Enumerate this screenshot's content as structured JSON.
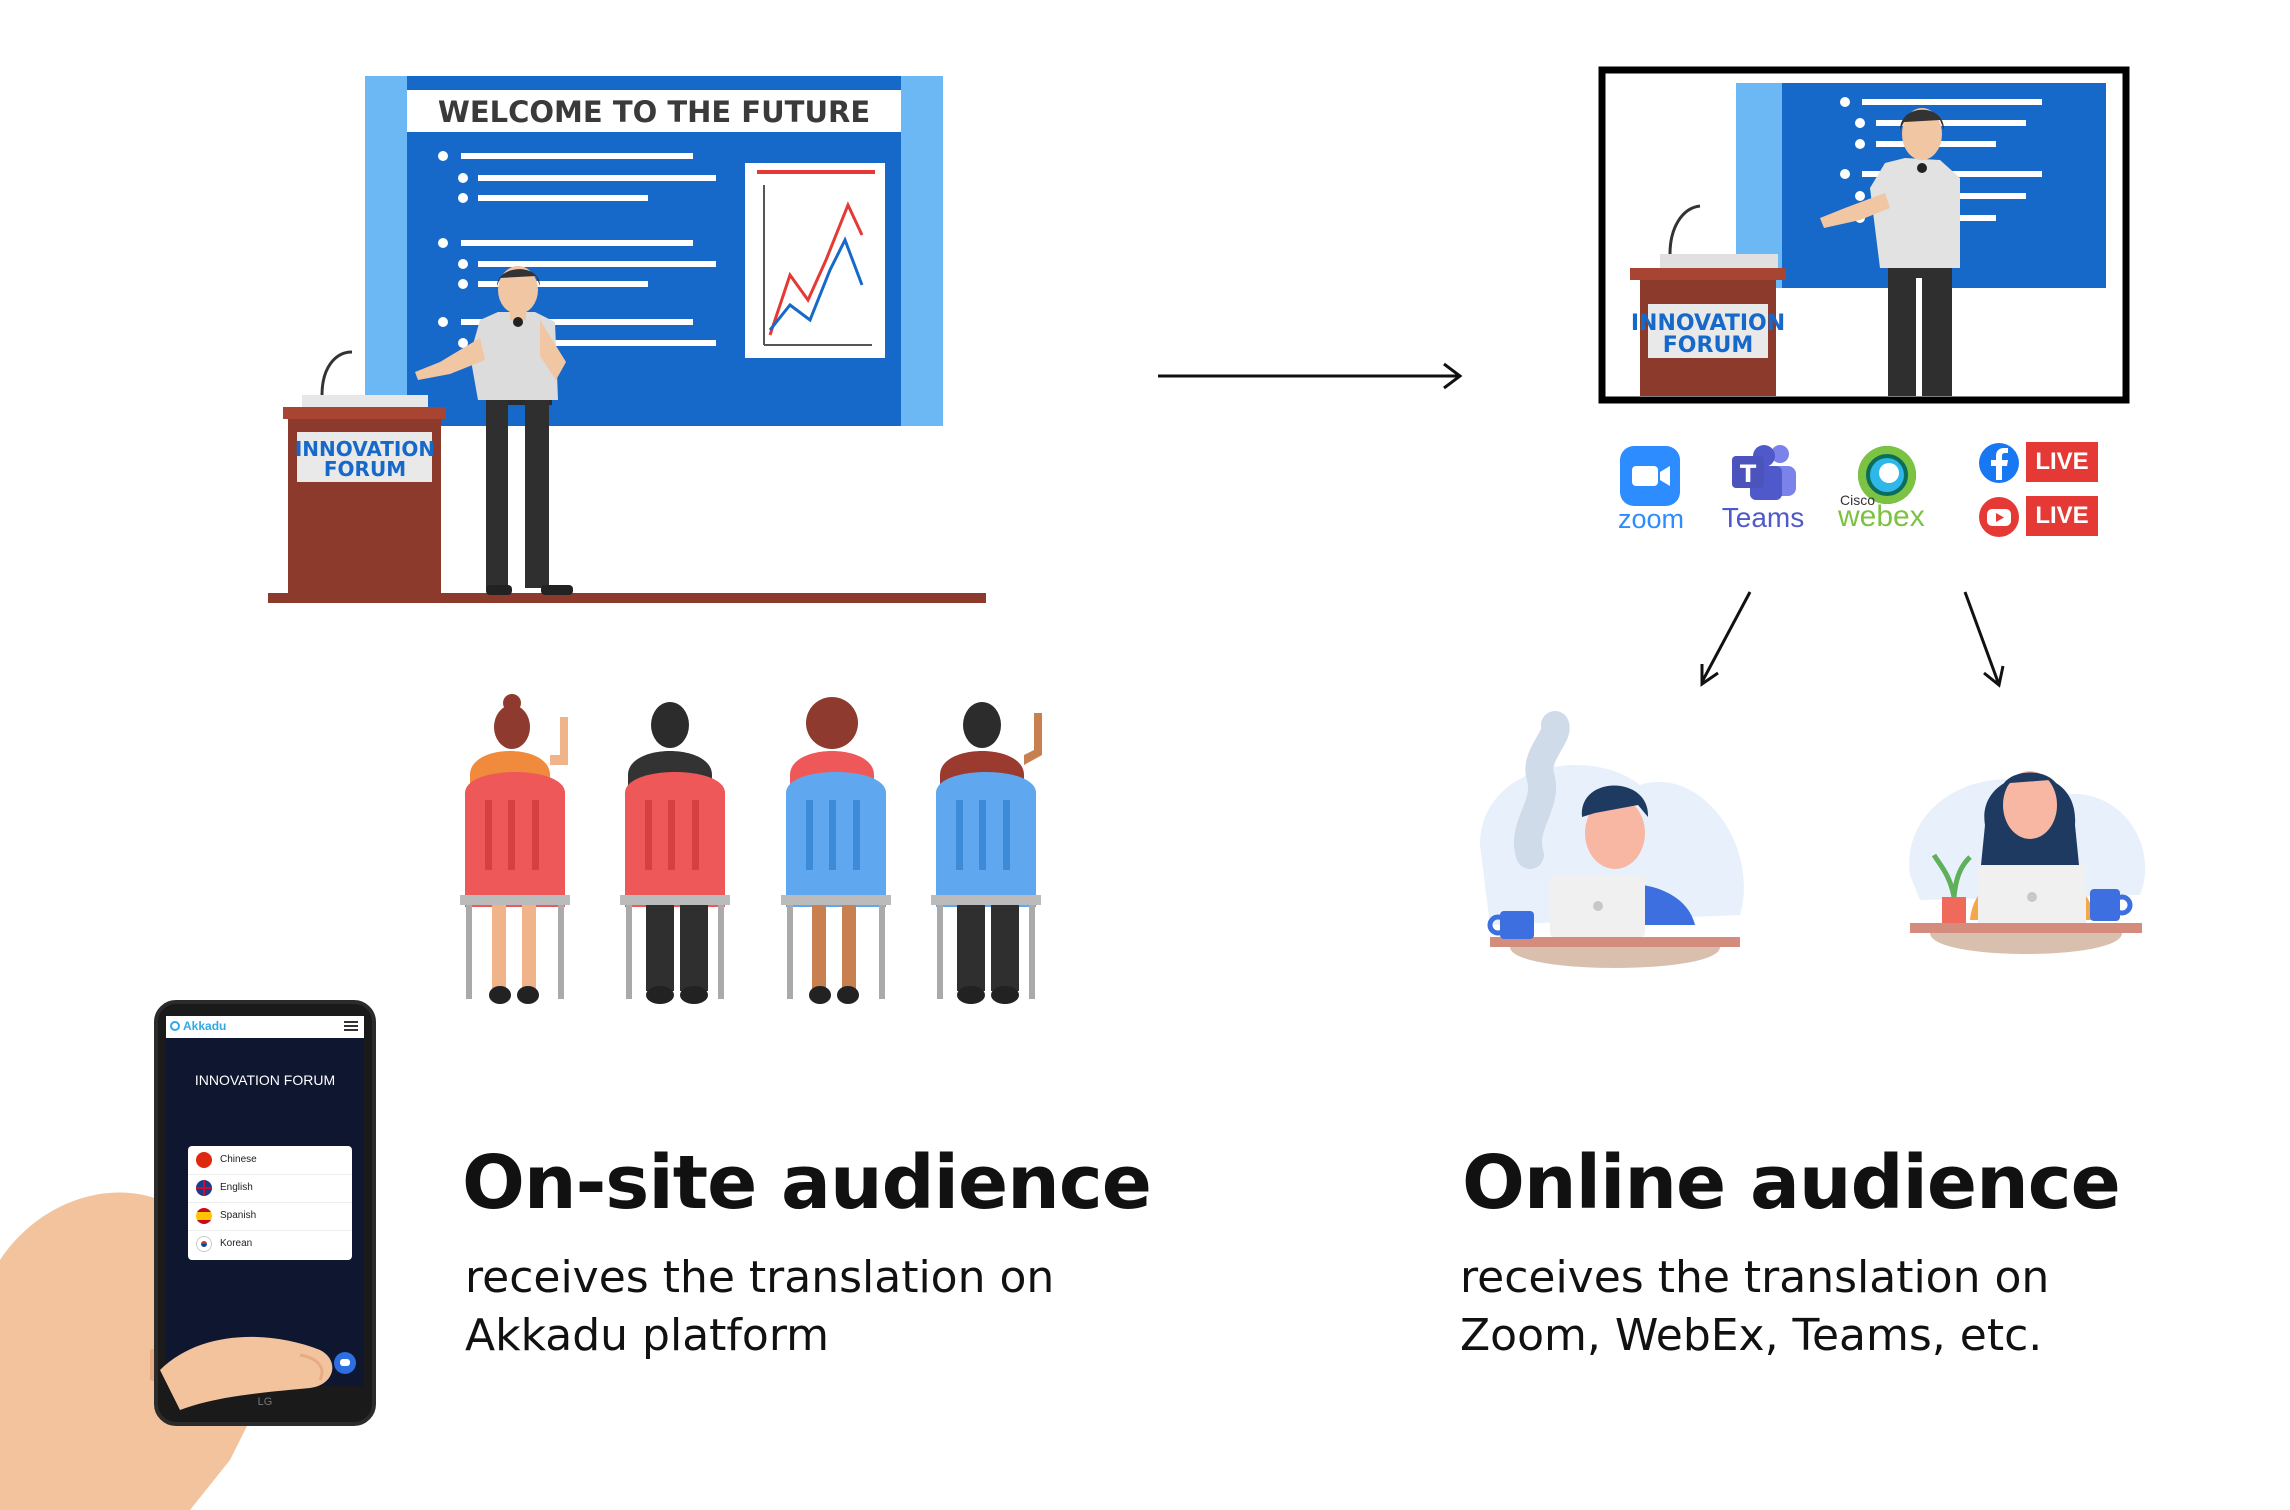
{
  "stage": {
    "screen_title": "WELCOME TO THE FUTURE",
    "podium_line1": "INNOVATION",
    "podium_line2": "FORUM"
  },
  "stream": {
    "podium_line1": "INNOVATION",
    "podium_line2": "FORUM"
  },
  "platforms": {
    "zoom": "zoom",
    "teams": "Teams",
    "webex_cisco": "Cisco",
    "webex": "webex",
    "facebook_live": "LIVE",
    "youtube_live": "LIVE"
  },
  "phone": {
    "app_name": "Akkadu",
    "event_title": "INNOVATION FORUM",
    "languages": [
      "Chinese",
      "English",
      "Spanish",
      "Korean"
    ],
    "brand": "LG"
  },
  "onsite": {
    "title": "On-site audience",
    "line1": "receives the translation on",
    "line2": "Akkadu platform"
  },
  "online": {
    "title": "Online audience",
    "line1": "receives the translation on",
    "line2": "Zoom, WebEx, Teams, etc."
  },
  "colors": {
    "screen_blue": "#1769c9",
    "screen_light_blue": "#6bb8f5",
    "podium_brown": "#8b3a2b",
    "chair_red": "#ef5858",
    "chair_blue": "#5fa8f0",
    "zoom_blue": "#2d8cff",
    "teams_purple": "#5059c9",
    "webex_green": "#7cc243",
    "live_red": "#e53935"
  }
}
